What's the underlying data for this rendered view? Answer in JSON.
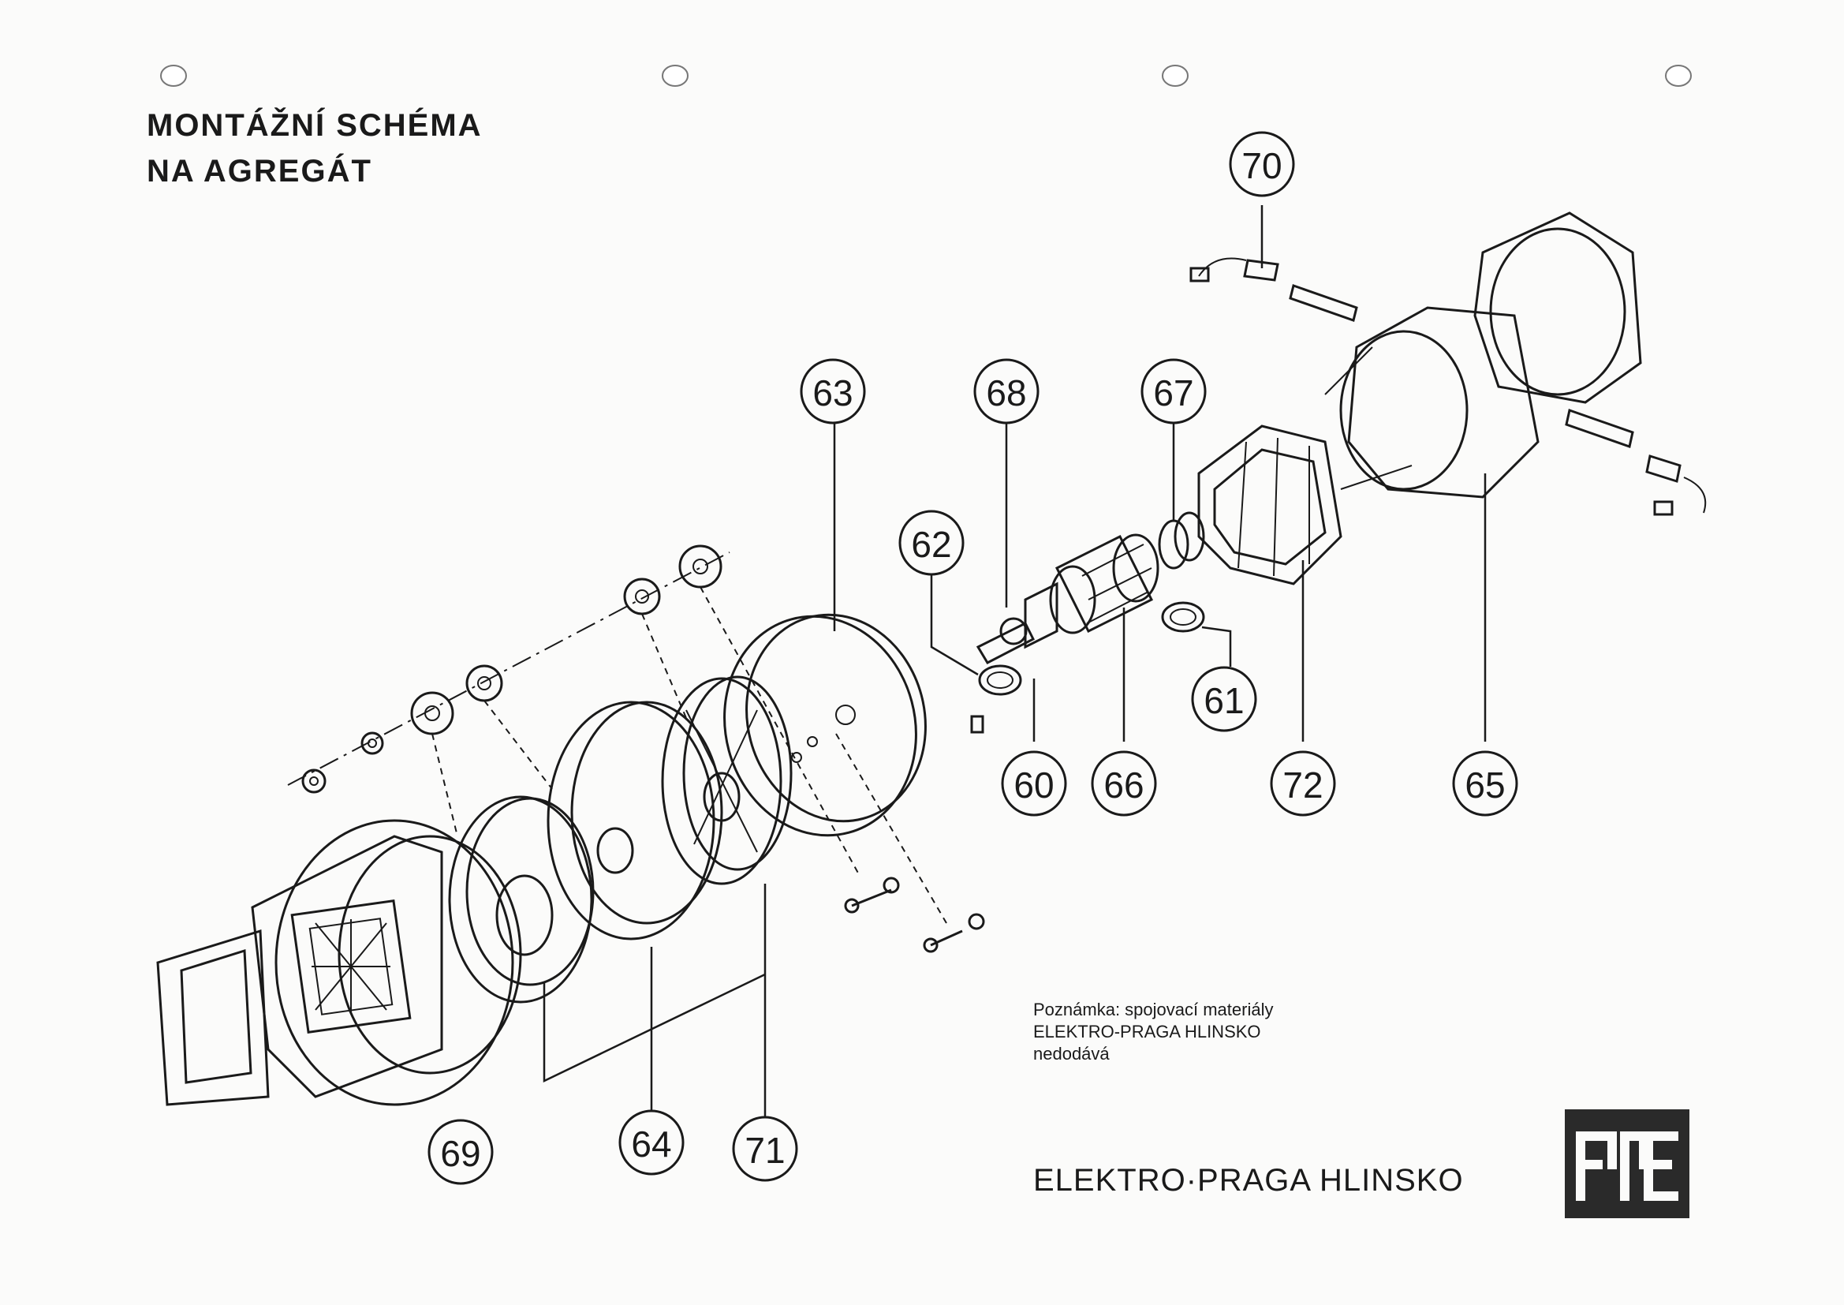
{
  "title": {
    "line1": "MONTÁŽNÍ SCHÉMA",
    "line2": "NA AGREGÁT"
  },
  "callouts": {
    "c60": "60",
    "c61": "61",
    "c62": "62",
    "c63": "63",
    "c64": "64",
    "c65": "65",
    "c66": "66",
    "c67": "67",
    "c68": "68",
    "c69": "69",
    "c70": "70",
    "c71": "71",
    "c72": "72"
  },
  "note": {
    "line1": "Poznámka: spojovací materiály",
    "line2": "ELEKTRO-PRAGA HLINSKO",
    "line3": "nedodává"
  },
  "company": "ELEKTRO·PRAGA HLINSKO",
  "logo": {
    "text": "EPE",
    "color": "#2a2a2a"
  }
}
